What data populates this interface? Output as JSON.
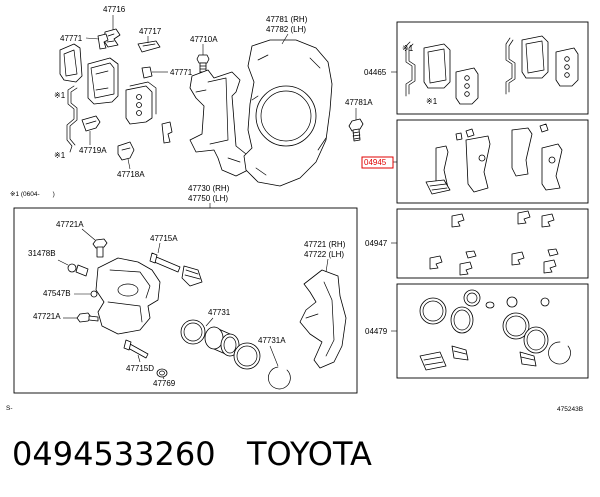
{
  "top_assembly": {
    "part_47716": "47716",
    "part_47771_left": "47771",
    "part_47717": "47717",
    "part_47710a": "47710A",
    "part_47771_right": "47771",
    "note_mark_upper": "※1",
    "note_mark_lower": "※1",
    "part_47719a": "47719A",
    "part_47718a": "47718A",
    "dust_cover_rh": "47781 (RH)",
    "dust_cover_lh": "47782 (LH)",
    "part_47781a": "47781A"
  },
  "footnote": "※1 (0604-　　)",
  "caliper_box": {
    "caliper_rh": "47730 (RH)",
    "caliper_lh": "47750 (LH)",
    "part_47721a_top": "47721A",
    "part_47715a": "47715A",
    "part_31478b": "31478B",
    "mounting_rh": "47721 (RH)",
    "mounting_lh": "47722 (LH)",
    "part_47547b": "47547B",
    "part_47721a_bottom": "47721A",
    "part_47731": "47731",
    "part_47731a": "47731A",
    "part_47715d": "47715D",
    "part_47769": "47769"
  },
  "kits": [
    {
      "number": "04465",
      "marks": [
        "※1",
        "※1"
      ]
    },
    {
      "number": "04945",
      "highlighted": true
    },
    {
      "number": "04947"
    },
    {
      "number": "04479"
    }
  ],
  "footer": {
    "left_code": "S-",
    "diagram_code": "475243B"
  },
  "caption": {
    "part_number": "0494533260",
    "brand": "TOYOTA"
  },
  "colors": {
    "line": "#000000",
    "highlight": "#e00000"
  }
}
